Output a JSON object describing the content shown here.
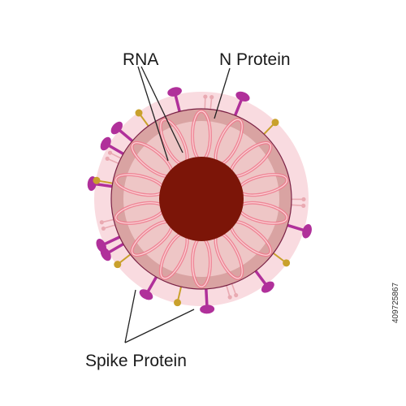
{
  "labels": {
    "rna": "RNA",
    "n_protein": "N Protein",
    "spike_protein": "Spike Protein"
  },
  "stock_id": "409725867",
  "colors": {
    "halo": "#f9dbe0",
    "envelope": "#d9a3a2",
    "envelope_edge": "#7a2145",
    "capsid": "#eec6c6",
    "rna_loops": "#ef7b8e",
    "core": "#7c1508",
    "spike": "#b0309a",
    "m_protein": "#c9a12c",
    "e_protein": "#e9aab2",
    "pointer_line": "#222222"
  },
  "icons": {
    "virion": "coronavirus-virion-icon"
  }
}
